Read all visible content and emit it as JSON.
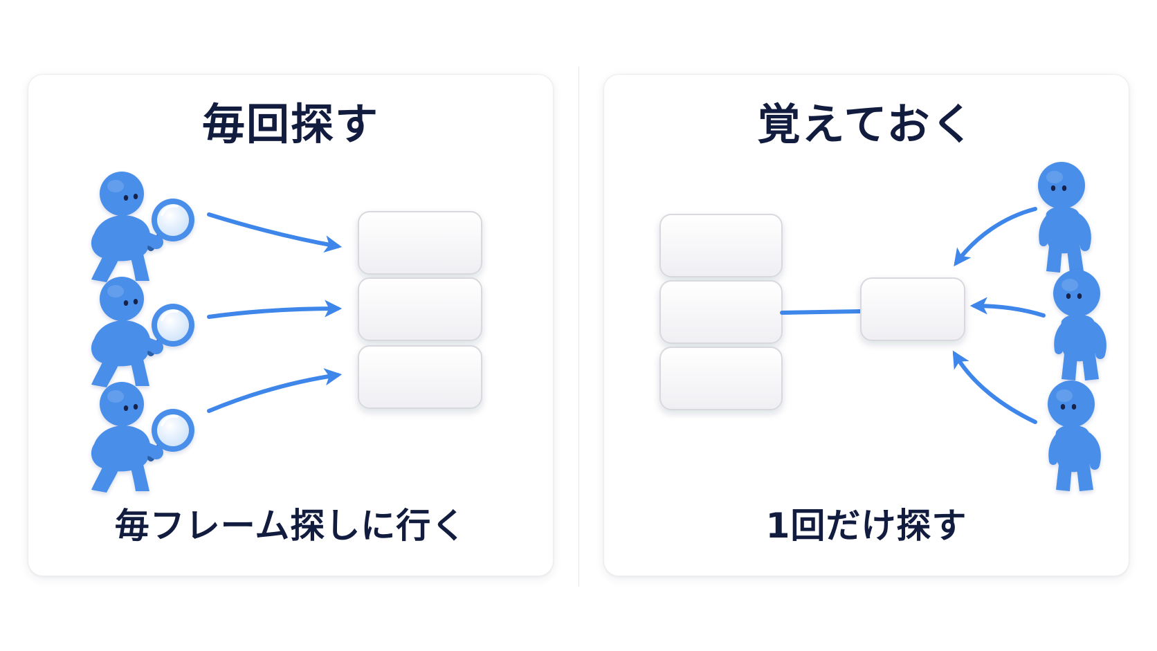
{
  "left_panel": {
    "title": "毎回探す",
    "caption": "毎フレーム探しに行く"
  },
  "right_panel": {
    "title": "覚えておく",
    "caption": "1回だけ探す"
  },
  "colors": {
    "figure": "#4a8ee8",
    "arrow": "#3f86ea",
    "text": "#121c3f",
    "block": "#f7f7f9"
  },
  "icons": {
    "searcher": "person-with-magnifier-icon",
    "walker": "person-icon"
  }
}
